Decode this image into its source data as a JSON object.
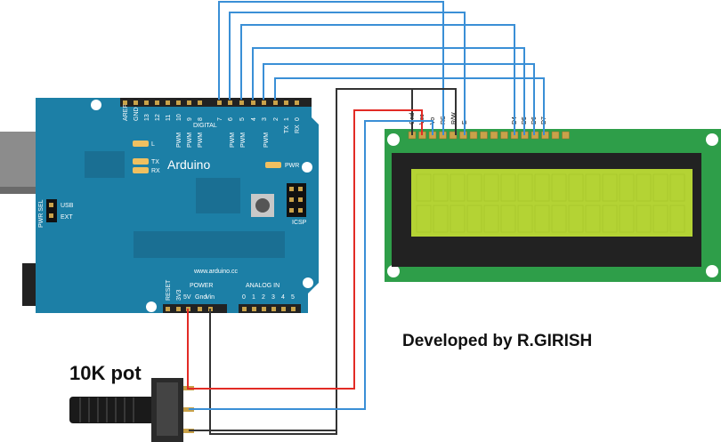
{
  "caption": {
    "developer": "Developed by R.GIRISH",
    "pot_label": "10K pot"
  },
  "arduino": {
    "brand": "Arduino",
    "website": "www.arduino.cc",
    "digital_label": "DIGITAL",
    "power_label": "POWER",
    "analog_label": "ANALOG IN",
    "icsp_label": "ICSP",
    "pwr_led": "PWR",
    "led_l": "L",
    "led_tx": "TX",
    "led_rx": "RX",
    "pwr_sel": "PWR SEL",
    "usb": "USB",
    "ext": "EXT",
    "top_headers": [
      "AREF",
      "GND",
      "13",
      "12",
      "11",
      "10",
      "9",
      "8",
      "7",
      "6",
      "5",
      "4",
      "3",
      "2",
      "1",
      "0"
    ],
    "pwm_labels": [
      "PWM",
      "PWM",
      "PWM",
      "PWM",
      "PWM",
      "PWM"
    ],
    "txrx": [
      "TX",
      "RX"
    ],
    "power_pins": [
      "RESET",
      "3V3",
      "5V",
      "Gnd",
      "Vin"
    ],
    "analog_pins": [
      "0",
      "1",
      "2",
      "3",
      "4",
      "5"
    ]
  },
  "lcd": {
    "pin_labels": [
      "Gnd",
      "Vcc",
      "Vo",
      "RS",
      "R/W",
      "E",
      "D4",
      "D5",
      "D6",
      "D7"
    ],
    "screen_color": "#b4d334"
  },
  "colors": {
    "board": "#1c7fa6",
    "wire_blue": "#3a8fd6",
    "wire_red": "#e22b25",
    "wire_black": "#333333",
    "lcd_pcb": "#2e9e49"
  }
}
